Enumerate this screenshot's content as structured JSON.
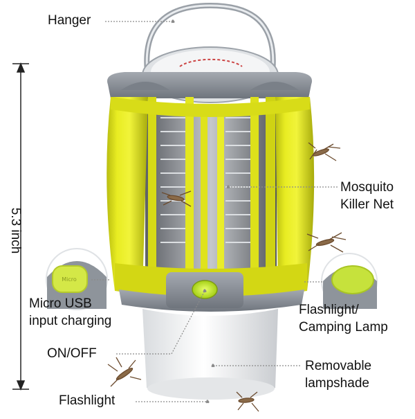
{
  "labels": {
    "hanger": "Hanger",
    "mosquito_line1": "Mosquito",
    "mosquito_line2": "Killer Net",
    "usb_line1": "Micro USB",
    "usb_line2": "input charging",
    "flashlight_camping_line1": "Flashlight/",
    "flashlight_camping_line2": "Camping Lamp",
    "onoff": "ON/OFF",
    "lampshade_line1": "Removable",
    "lampshade_line2": "lampshade",
    "flashlight": "Flashlight"
  },
  "dimension": {
    "height_label": "5.3 inch"
  },
  "colors": {
    "body_yellow": "#e6ea1e",
    "trim_gray": "#8a9099",
    "shade_white": "#eef0f2",
    "callout_line": "#8a8a8a"
  }
}
